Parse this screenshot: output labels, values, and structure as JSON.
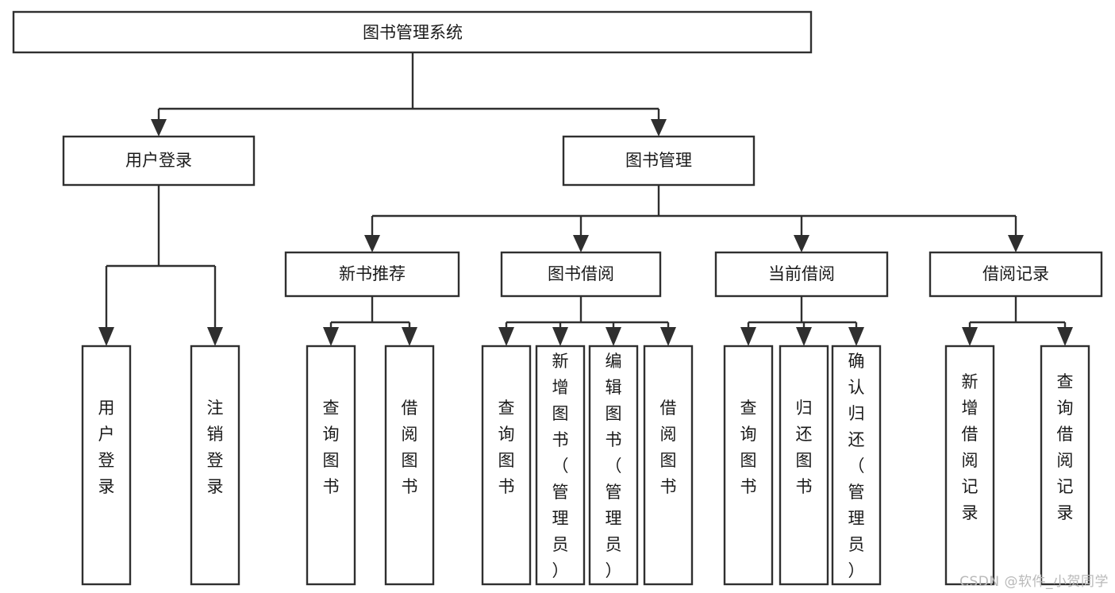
{
  "diagram": {
    "title": "图书管理系统",
    "type": "tree",
    "orientation": "top-down",
    "root": {
      "id": "root",
      "label": "图书管理系统"
    },
    "level1": [
      {
        "id": "user-login",
        "label": "用户登录"
      },
      {
        "id": "book-manage",
        "label": "图书管理"
      }
    ],
    "level2": [
      {
        "id": "new-book-rec",
        "label": "新书推荐",
        "parent": "book-manage"
      },
      {
        "id": "book-borrow",
        "label": "图书借阅",
        "parent": "book-manage"
      },
      {
        "id": "current-borrow",
        "label": "当前借阅",
        "parent": "book-manage"
      },
      {
        "id": "borrow-record",
        "label": "借阅记录",
        "parent": "book-manage"
      }
    ],
    "leaves": {
      "user-login": [
        {
          "id": "leaf-user-login",
          "label": "用户登录"
        },
        {
          "id": "leaf-logout",
          "label": "注销登录"
        }
      ],
      "new-book-rec": [
        {
          "id": "leaf-query-book-1",
          "label": "查询图书"
        },
        {
          "id": "leaf-borrow-book-1",
          "label": "借阅图书"
        }
      ],
      "book-borrow": [
        {
          "id": "leaf-query-book-2",
          "label": "查询图书"
        },
        {
          "id": "leaf-add-book",
          "label": "新增图书（管理员）"
        },
        {
          "id": "leaf-edit-book",
          "label": "编辑图书（管理员）"
        },
        {
          "id": "leaf-borrow-book-2",
          "label": "借阅图书"
        }
      ],
      "current-borrow": [
        {
          "id": "leaf-query-book-3",
          "label": "查询图书"
        },
        {
          "id": "leaf-return-book",
          "label": "归还图书"
        },
        {
          "id": "leaf-confirm-return",
          "label": "确认归还（管理员）"
        }
      ],
      "borrow-record": [
        {
          "id": "leaf-add-record",
          "label": "新增借阅记录"
        },
        {
          "id": "leaf-query-record",
          "label": "查询借阅记录"
        }
      ]
    },
    "colors": {
      "stroke": "#2f2f2f",
      "fill": "#ffffff",
      "text": "#1a1a1a",
      "watermark": "#b9b9b9",
      "background": "#ffffff"
    }
  },
  "watermark": {
    "text": "CSDN @软件_小贺同学"
  }
}
